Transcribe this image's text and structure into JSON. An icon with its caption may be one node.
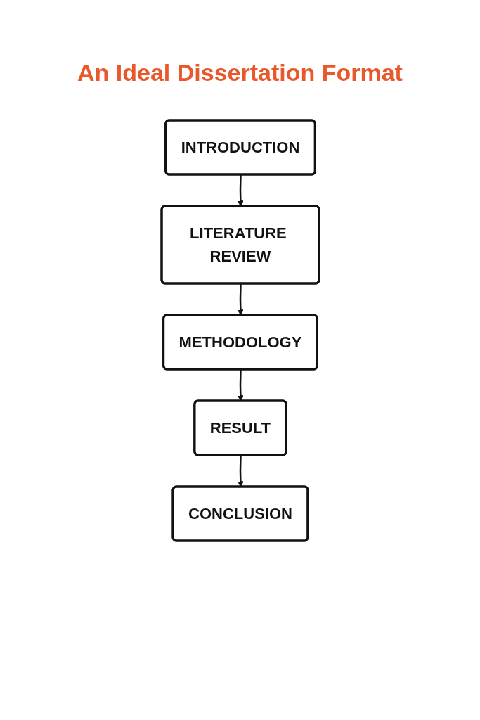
{
  "diagram": {
    "title": "An Ideal Dissertation Format",
    "nodes": [
      {
        "text": [
          "INTRODUCTION"
        ]
      },
      {
        "text": [
          "LITERATURE REVIEW"
        ]
      },
      {
        "text": [
          "METHODOLOGY"
        ]
      },
      {
        "text": [
          "RESULT"
        ]
      },
      {
        "text": [
          "CONCLUSION"
        ]
      }
    ],
    "edges": [
      {
        "from": 0,
        "to": 1,
        "arrow": "to"
      },
      {
        "from": 1,
        "to": 2,
        "arrow": "to"
      },
      {
        "from": 2,
        "to": 3,
        "arrow": "to"
      },
      {
        "from": 3,
        "to": 4,
        "arrow": "to"
      }
    ]
  }
}
